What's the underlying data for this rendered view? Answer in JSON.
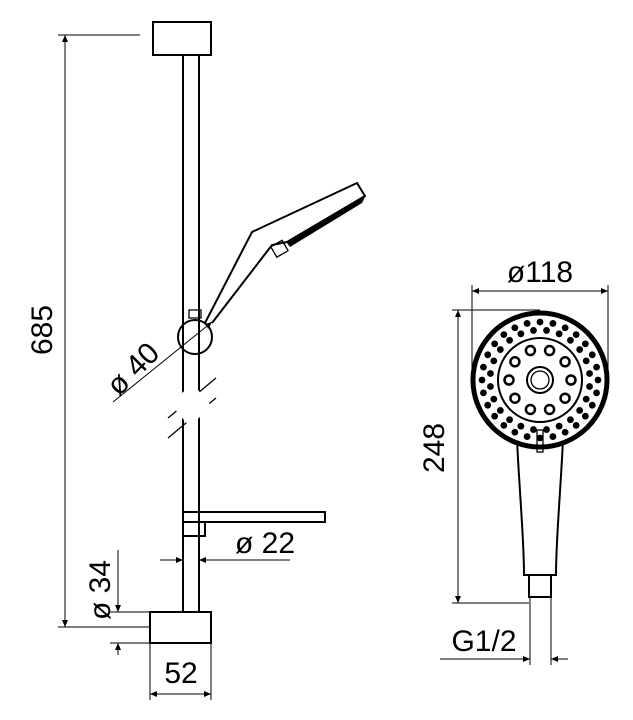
{
  "dimensions": {
    "height_total": "685",
    "slider_diameter": "ø 40",
    "rail_diameter": "ø 22",
    "bracket_diameter": "ø 34",
    "bracket_width": "52",
    "head_diameter": "ø118",
    "handshower_length": "248",
    "connection_thread": "G1/2"
  }
}
